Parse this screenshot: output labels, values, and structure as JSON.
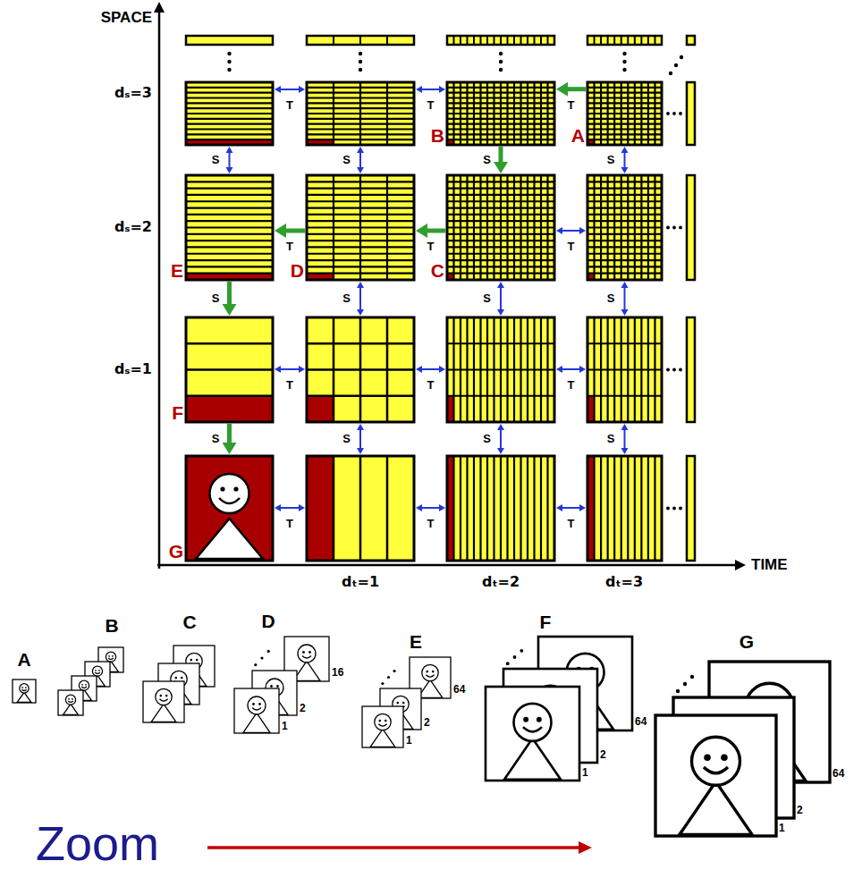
{
  "diagram": {
    "nodes": [
      {
        "text": [
          "A"
        ]
      },
      {
        "text": [
          "B"
        ]
      },
      {
        "text": [
          "C"
        ]
      },
      {
        "text": [
          "D"
        ]
      },
      {
        "text": [
          "E"
        ]
      },
      {
        "text": [
          "F"
        ]
      },
      {
        "text": [
          "G"
        ]
      }
    ],
    "edges": [
      {
        "from": 0,
        "to": 1,
        "arrow": "to",
        "label": "T"
      },
      {
        "from": 1,
        "to": 2,
        "arrow": "to",
        "label": "S"
      },
      {
        "from": 2,
        "to": 3,
        "arrow": "to",
        "label": "T"
      },
      {
        "from": 3,
        "to": 4,
        "arrow": "to",
        "label": "T"
      },
      {
        "from": 4,
        "to": 5,
        "arrow": "to",
        "label": "S"
      },
      {
        "from": 5,
        "to": 6,
        "arrow": "to",
        "label": "S"
      }
    ],
    "labels": [
      "SPACE",
      "dₛ=3",
      "dₛ=2",
      "dₛ=1",
      "TIME",
      "dₜ=1",
      "dₜ=2",
      "dₜ=3",
      "T",
      "T",
      "T",
      "T",
      "T",
      "T",
      "T",
      "T",
      "T",
      "S",
      "S",
      "S",
      "S",
      "S",
      "S",
      "S",
      "S",
      "S",
      "A",
      "B",
      "C",
      "D",
      "16",
      "2",
      "1",
      "E",
      "64",
      "2",
      "1",
      "F",
      "64",
      "2",
      "1",
      "G",
      "64",
      "2",
      "1",
      "Zoom"
    ]
  }
}
